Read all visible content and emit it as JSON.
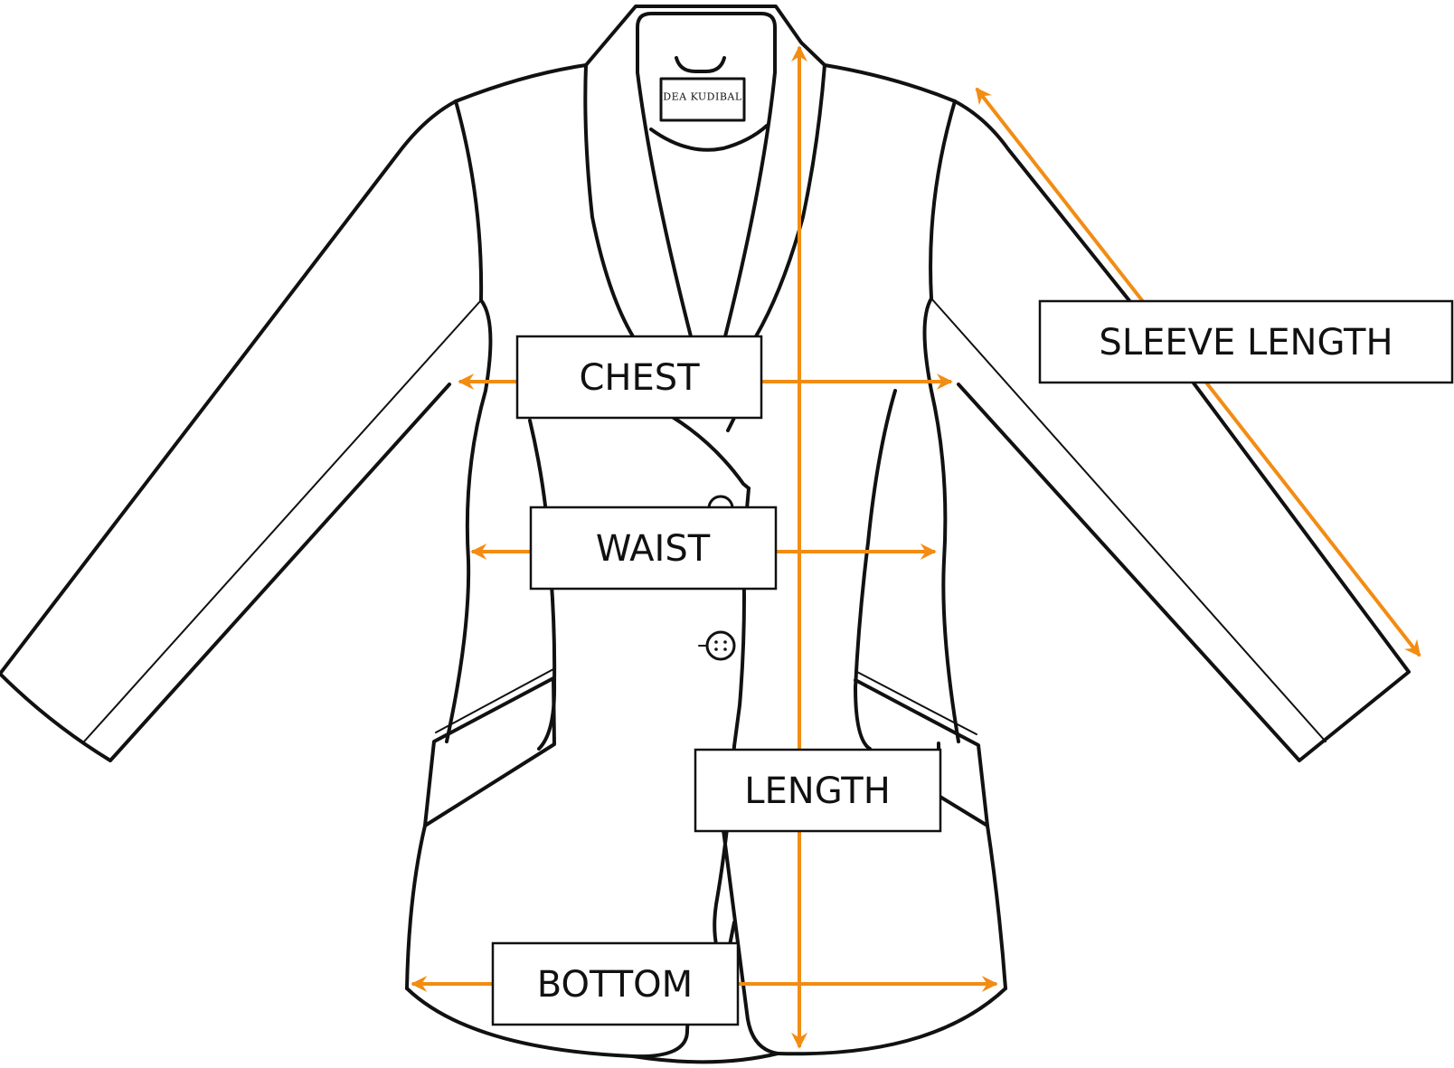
{
  "brand_tag": "DEA KUDIBAL",
  "colors": {
    "arrow": "#F28C13",
    "outline": "#111111",
    "background": "#FFFFFF"
  },
  "measurements": {
    "chest": "CHEST",
    "waist": "WAIST",
    "length": "LENGTH",
    "bottom": "BOTTOM",
    "sleeve_length": "SLEEVE LENGTH"
  }
}
